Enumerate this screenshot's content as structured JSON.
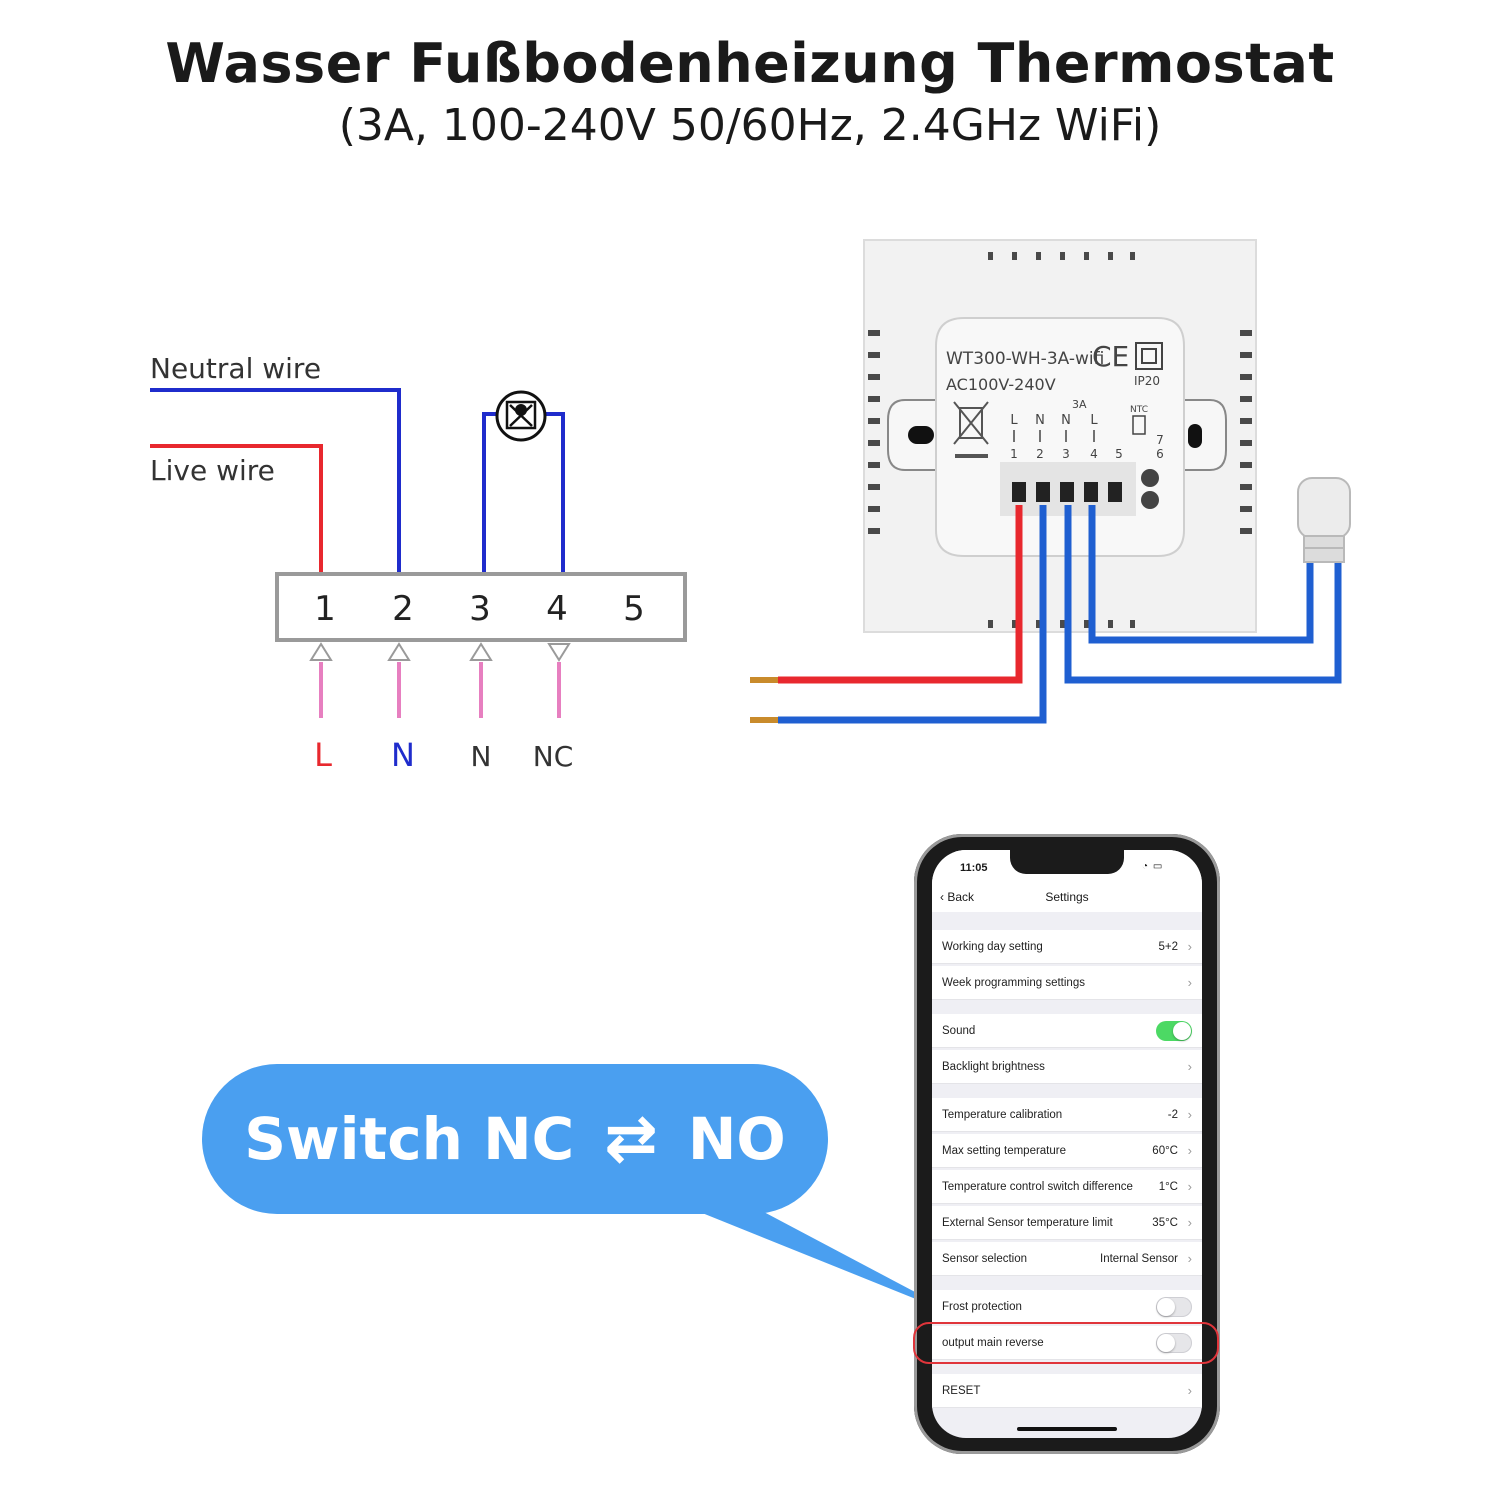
{
  "header": {
    "title": "Wasser Fußbodenheizung Thermostat",
    "subtitle": "(3A, 100-240V 50/60Hz,  2.4GHz WiFi)"
  },
  "wiring": {
    "neutral_wire_label": "Neutral wire",
    "live_wire_label": "Live wire",
    "terminals": [
      "1",
      "2",
      "3",
      "4",
      "5"
    ],
    "bottom_labels": [
      "L",
      "N",
      "N",
      "NC"
    ],
    "colors": {
      "neutral": "#1f2ccc",
      "live": "#e8282e",
      "feed": "#e77fc0"
    }
  },
  "device": {
    "model": "WT300-WH-3A-wifi",
    "ce_mark": "CE",
    "voltage": "AC100V-240V",
    "ip_rating": "IP20",
    "current": "3A",
    "ntc_label": "NTC",
    "terminal_letters": [
      "L",
      "N",
      "N",
      "L"
    ],
    "terminal_numbers": [
      "1",
      "2",
      "3",
      "4",
      "5"
    ],
    "ntc_numbers": [
      "7",
      "6"
    ],
    "wire_colors": {
      "red": "#e8282e",
      "blue": "#1f5fd1"
    }
  },
  "callout": {
    "left_text": "Switch NC",
    "arrows": "⇄",
    "right_text": "NO",
    "color": "#4a9ff0"
  },
  "phone": {
    "time": "11:05",
    "status_icons": "wifi-icon battery-icon",
    "nav": {
      "back_label": "Back",
      "title": "Settings"
    },
    "groups": [
      [
        {
          "label": "Working day setting",
          "value": "5+2",
          "kind": "chevron"
        },
        {
          "label": "Week programming settings",
          "value": "",
          "kind": "chevron"
        }
      ],
      [
        {
          "label": "Sound",
          "value": "",
          "kind": "toggle",
          "on": true
        },
        {
          "label": "Backlight brightness",
          "value": "",
          "kind": "chevron"
        }
      ],
      [
        {
          "label": "Temperature calibration",
          "value": "-2",
          "kind": "chevron"
        },
        {
          "label": "Max setting temperature",
          "value": "60°C",
          "kind": "chevron"
        },
        {
          "label": "Temperature control switch difference",
          "value": "1°C",
          "kind": "chevron"
        },
        {
          "label": "External Sensor temperature limit",
          "value": "35°C",
          "kind": "chevron"
        },
        {
          "label": "Sensor selection",
          "value": "Internal Sensor",
          "kind": "chevron"
        }
      ],
      [
        {
          "label": "Frost protection",
          "value": "",
          "kind": "toggle",
          "on": false
        },
        {
          "label": "output main reverse",
          "value": "",
          "kind": "toggle",
          "on": false
        }
      ],
      [
        {
          "label": "RESET",
          "value": "",
          "kind": "chevron"
        }
      ]
    ],
    "highlight_color": "#e0353b"
  }
}
